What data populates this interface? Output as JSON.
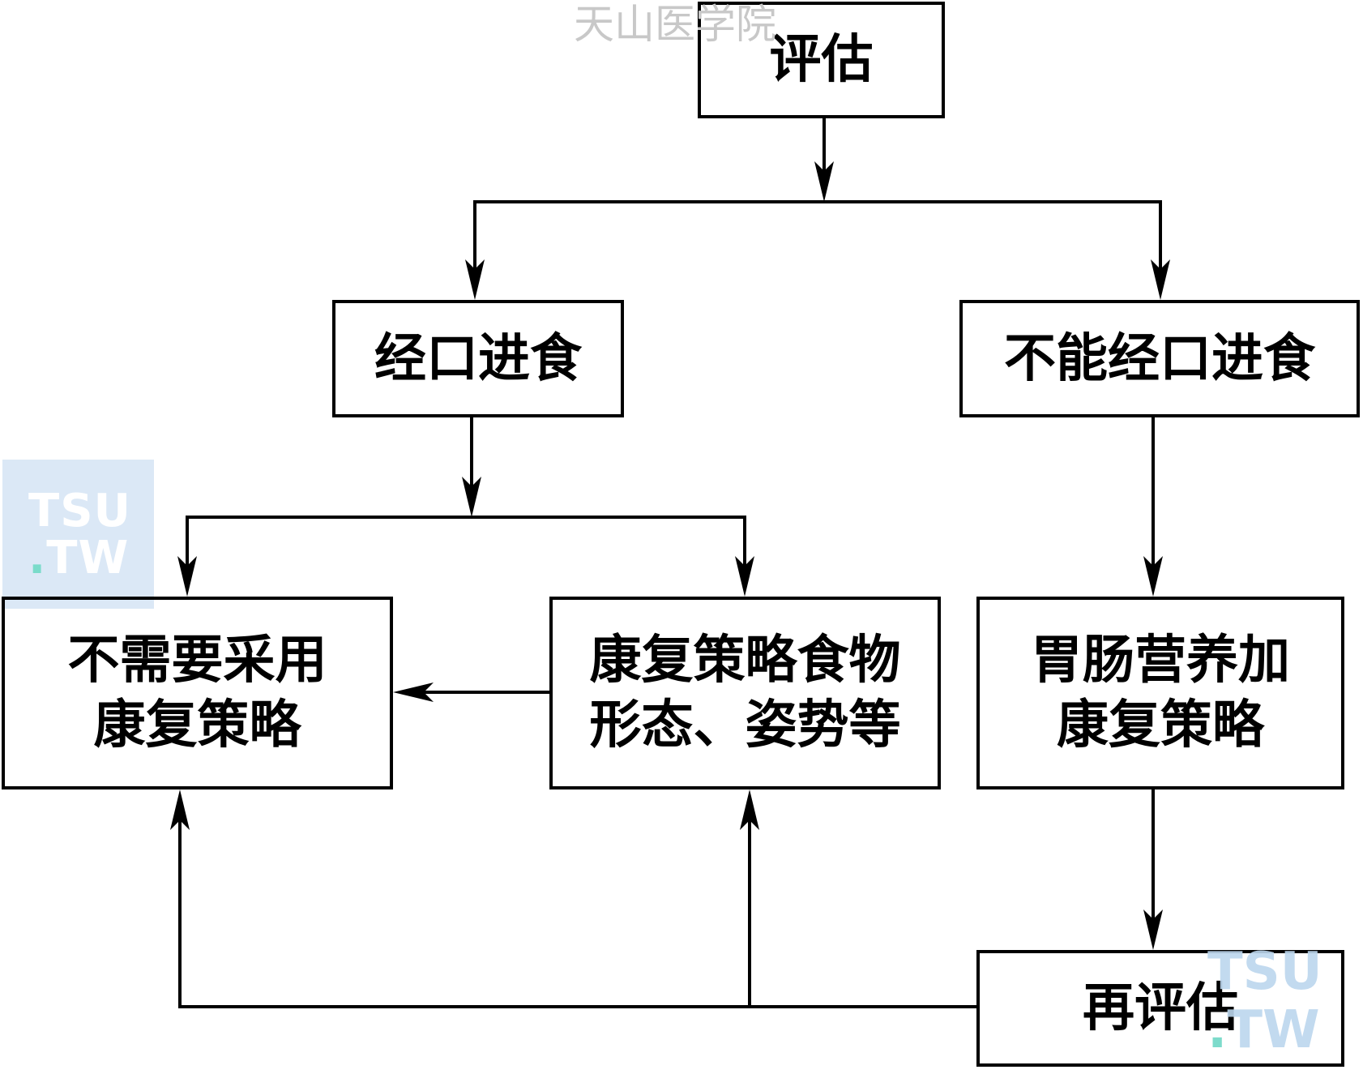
{
  "nodes": {
    "assess": "评估",
    "oral_feeding": "经口进食",
    "no_oral_feeding": "不能经口进食",
    "no_rehab_strategy": [
      "不需要采用",
      "康复策略"
    ],
    "rehab_strategy_food": [
      "康复策略食物",
      "形态、姿势等"
    ],
    "enteral_nutrition_rehab": [
      "胃肠营养加",
      "康复策略"
    ],
    "reassess": "再评估"
  },
  "watermarks": {
    "top_text": "天山医学院",
    "logo_left": {
      "line1": "TSU",
      "dot": ".",
      "line2": "TW"
    },
    "logo_right": {
      "line1": "TSU",
      "dot": ".",
      "line2": "TW"
    }
  },
  "colors": {
    "stroke": "#000000",
    "background": "#ffffff",
    "watermark_text": "#c8c8c8",
    "logo_background": "#d8e7f6",
    "logo_text_light": "#ffffff",
    "logo_text_blue": "#bcd6ee",
    "logo_dot": "#6fd8c6"
  }
}
